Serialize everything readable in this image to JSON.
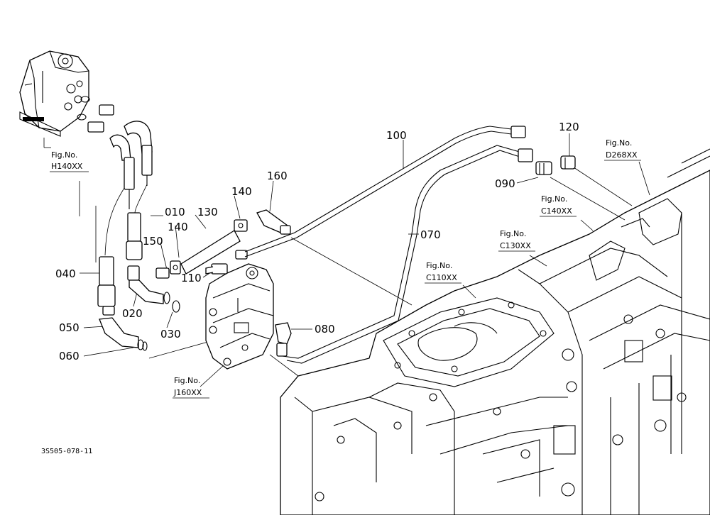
{
  "diagram": {
    "part_labels": {
      "p010": "010",
      "p020": "020",
      "p030": "030",
      "p040": "040",
      "p050": "050",
      "p060": "060",
      "p070": "070",
      "p080": "080",
      "p090": "090",
      "p100": "100",
      "p110": "110",
      "p120": "120",
      "p130": "130",
      "p140a": "140",
      "p140b": "140",
      "p150": "150",
      "p160": "160"
    },
    "figure_refs": {
      "h140": {
        "line1": "Fig.No.",
        "line2": "H140XX"
      },
      "j160": {
        "line1": "Fig.No.",
        "line2": "J160XX"
      },
      "c110": {
        "line1": "Fig.No.",
        "line2": "C110XX"
      },
      "c130": {
        "line1": "Fig.No.",
        "line2": "C130XX"
      },
      "c140": {
        "line1": "Fig.No.",
        "line2": "C140XX"
      },
      "d268": {
        "line1": "Fig.No.",
        "line2": "D268XX"
      }
    },
    "drawing_code": "3S505-078-11"
  }
}
